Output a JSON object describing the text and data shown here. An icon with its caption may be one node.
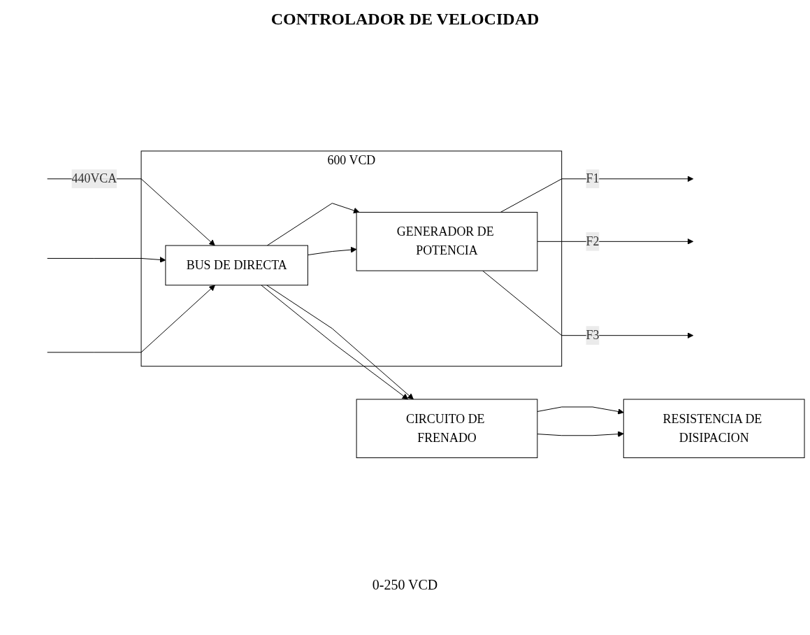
{
  "diagram": {
    "title": "CONTROLADOR DE VELOCIDAD",
    "nodes": [
      {
        "text": [
          "600 VCD"
        ]
      },
      {
        "text": [
          "BUS DE DIRECTA"
        ],
        "in": 0
      },
      {
        "text": [
          "GENERADOR DE POTENCIA"
        ],
        "in": 0
      },
      {
        "text": [
          "CIRCUITO DE FRENADO"
        ]
      },
      {
        "text": [
          "RESISTENCIA DE DISIPACION"
        ]
      }
    ],
    "edges": [
      {
        "from": null,
        "to": 1,
        "arrow": "to",
        "label": "440VCA"
      },
      {
        "from": null,
        "to": 1,
        "arrow": "to"
      },
      {
        "from": null,
        "to": 1,
        "arrow": "to"
      },
      {
        "from": 1,
        "to": 2,
        "arrow": "to"
      },
      {
        "from": 1,
        "to": 3,
        "arrow": "to"
      },
      {
        "from": 1,
        "to": 2,
        "arrow": "to"
      },
      {
        "from": 1,
        "to": 3,
        "arrow": "to"
      },
      {
        "from": 2,
        "to": null,
        "arrow": "to",
        "label": "F1"
      },
      {
        "from": 2,
        "to": null,
        "arrow": "to",
        "label": "F2"
      },
      {
        "from": 2,
        "to": null,
        "arrow": "to",
        "label": "F3"
      },
      {
        "from": 3,
        "to": 4,
        "arrow": "to"
      },
      {
        "from": 3,
        "to": 4,
        "arrow": "to"
      }
    ],
    "labels": [
      "0-250 VCD"
    ]
  }
}
